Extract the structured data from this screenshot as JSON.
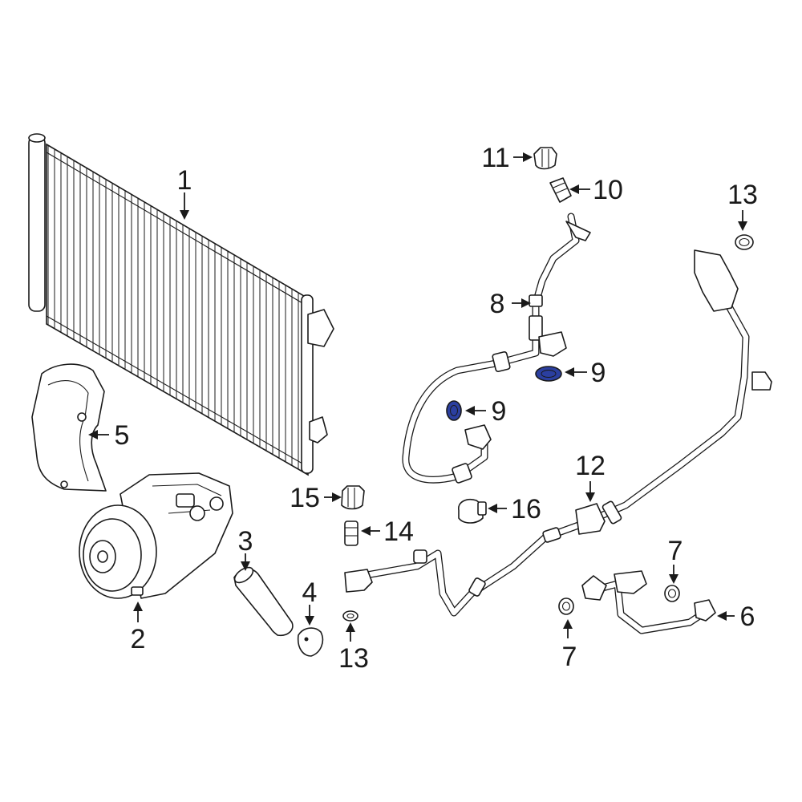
{
  "highlight_color": "#2b3fa0",
  "callouts": {
    "c1": "1",
    "c2": "2",
    "c3": "3",
    "c4": "4",
    "c5": "5",
    "c6": "6",
    "c7a": "7",
    "c7b": "7",
    "c8": "8",
    "c9a": "9",
    "c9b": "9",
    "c10": "10",
    "c11": "11",
    "c12": "12",
    "c13a": "13",
    "c13b": "13",
    "c14": "14",
    "c15": "15",
    "c16": "16"
  }
}
